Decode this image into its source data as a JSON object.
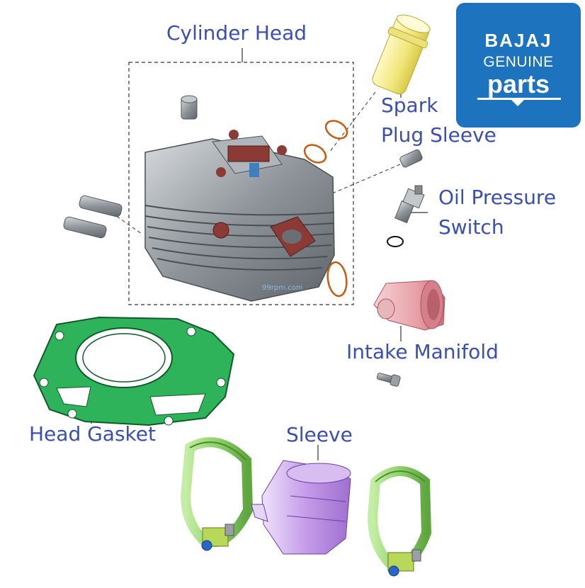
{
  "labels": {
    "cylinder_head": "Cylinder Head",
    "spark_plug_sleeve_line1": "Spark",
    "spark_plug_sleeve_line2": "Plug Sleeve",
    "oil_pressure_switch_line1": "Oil Pressure",
    "oil_pressure_switch_line2": "Switch",
    "intake_manifold": "Intake Manifold",
    "head_gasket": "Head Gasket",
    "sleeve": "Sleeve"
  },
  "logo": {
    "line1": "BAJAJ",
    "line2": "GENUINE",
    "line3": "parts"
  },
  "watermark": "99rpm.com",
  "colors": {
    "label_text": "#3b4fb0",
    "logo_bg": "#1e73be",
    "gasket": "#2fb35a",
    "clamp": "#8fd16a",
    "sleeve": "#c49be8",
    "manifold": "#e8a0a8",
    "spark_sleeve": "#f5ef9a",
    "oring": "#d2691e",
    "metal": "#9aa0a6"
  }
}
